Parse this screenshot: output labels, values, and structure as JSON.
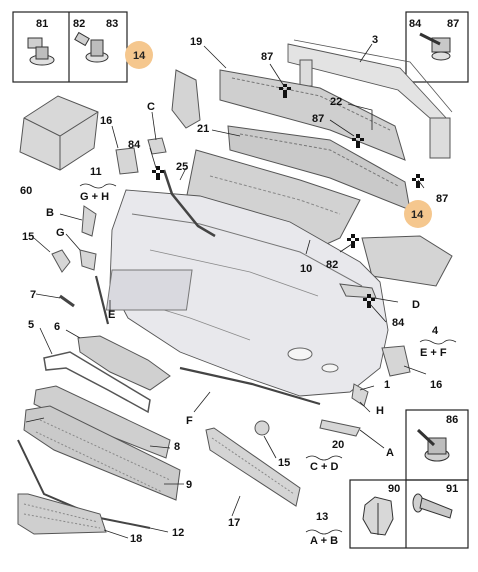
{
  "labels": {
    "l81": "81",
    "l82": "82",
    "l83": "83",
    "l84a": "84",
    "l87a": "87",
    "l14a": "14",
    "l14b": "14",
    "l19": "19",
    "l3": "3",
    "l87b": "87",
    "l22": "22",
    "l87c": "87",
    "l21": "21",
    "lC": "C",
    "l84b": "84",
    "l16a": "16",
    "l11": "11",
    "lGH": "G + H",
    "l25": "25",
    "l87d": "87",
    "l60": "60",
    "lB": "B",
    "l15a": "15",
    "lG": "G",
    "l10": "10",
    "l82b": "82",
    "l7": "7",
    "lE": "E",
    "lD": "D",
    "l84c": "84",
    "l5": "5",
    "l6": "6",
    "l4": "4",
    "lEF": "E + F",
    "l16b": "16",
    "l1": "1",
    "lF": "F",
    "lH": "H",
    "l86": "86",
    "l8": "8",
    "l20": "20",
    "lCD": "C + D",
    "lA": "A",
    "l15b": "15",
    "l9": "9",
    "l90": "90",
    "l91": "91",
    "l17": "17",
    "l13": "13",
    "lAB": "A + B",
    "l12": "12",
    "l18": "18"
  },
  "colors": {
    "highlight_circle": "#f5c78e",
    "bumper_fill": "#e8e8ec",
    "part_fill": "#d6d6d6",
    "line": "#222222"
  }
}
